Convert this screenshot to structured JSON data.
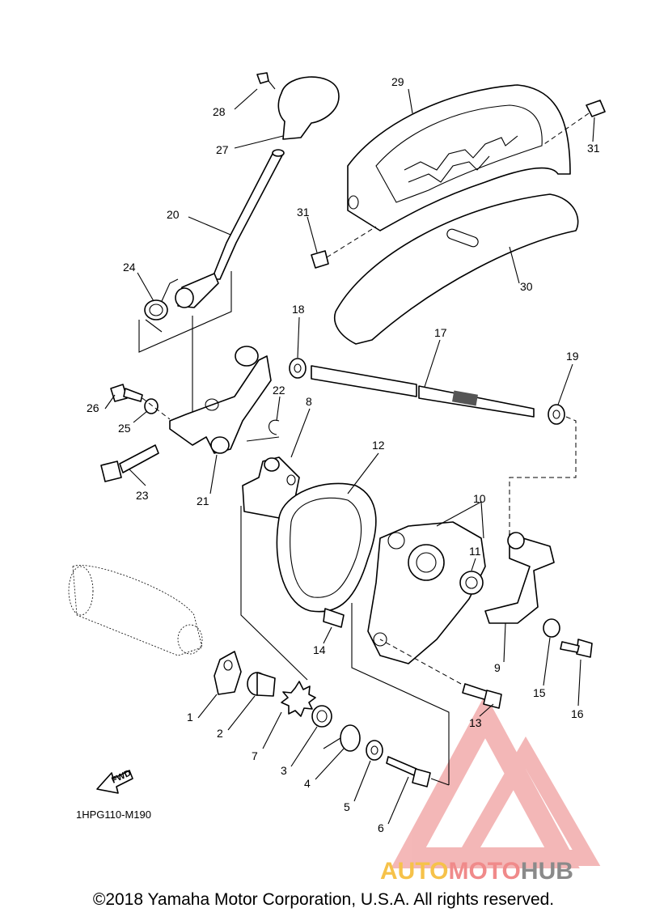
{
  "diagram": {
    "part_numbers": [
      "1",
      "2",
      "3",
      "4",
      "5",
      "6",
      "7",
      "8",
      "9",
      "10",
      "11",
      "12",
      "13",
      "14",
      "15",
      "16",
      "17",
      "18",
      "19",
      "20",
      "21",
      "22",
      "23",
      "24",
      "25",
      "26",
      "27",
      "28",
      "29",
      "30",
      "31",
      "31"
    ],
    "diagram_code": "1HPG110-M190",
    "fwd_label": "FWD"
  },
  "watermark": {
    "brand_part1": "AUTO",
    "brand_part2": "MOTO",
    "brand_part3": "HUB",
    "colors": {
      "auto": "#f6c24a",
      "moto": "#f08a8a",
      "hub": "#8a8a8a",
      "logo": "#f0a0a0"
    }
  },
  "footer": {
    "copyright": "©2018 Yamaha Motor Corporation, U.S.A. All rights reserved."
  }
}
